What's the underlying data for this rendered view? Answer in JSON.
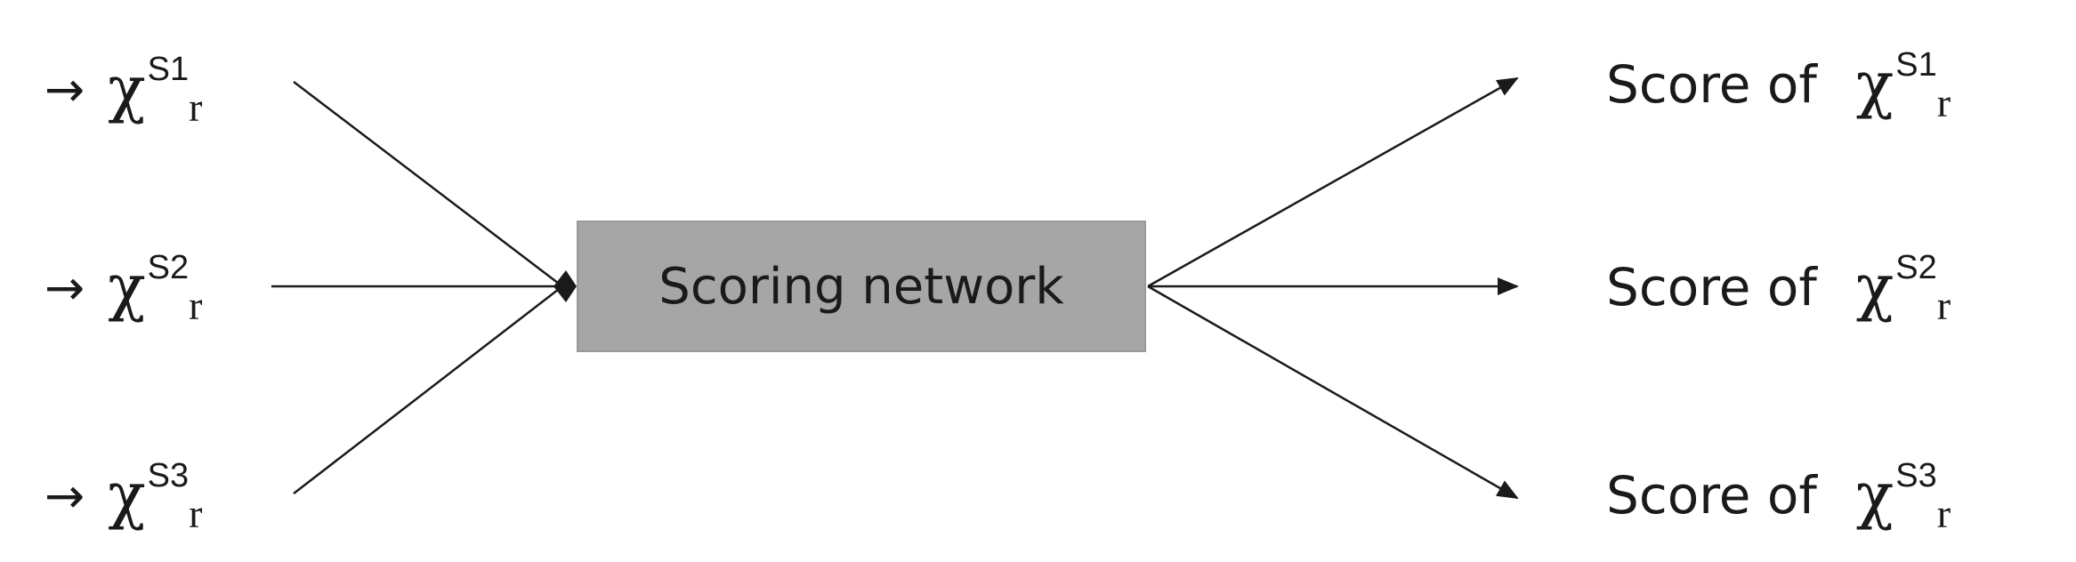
{
  "inputs": [
    {
      "chi": "χ",
      "sup": "S1",
      "sub": "r"
    },
    {
      "chi": "χ",
      "sup": "S2",
      "sub": "r"
    },
    {
      "chi": "χ",
      "sup": "S3",
      "sub": "r"
    }
  ],
  "input_arrow_glyph": "→",
  "box": {
    "label": "Scoring network"
  },
  "outputs": [
    {
      "prefix": "Score of",
      "chi": "χ",
      "sup": "S1",
      "sub": "r"
    },
    {
      "prefix": "Score of",
      "chi": "χ",
      "sup": "S2",
      "sub": "r"
    },
    {
      "prefix": "Score of",
      "chi": "χ",
      "sup": "S3",
      "sub": "r"
    }
  ],
  "colors": {
    "box_fill": "#a6a6a6",
    "line": "#1a1a1a",
    "text": "#1a1a1a"
  }
}
